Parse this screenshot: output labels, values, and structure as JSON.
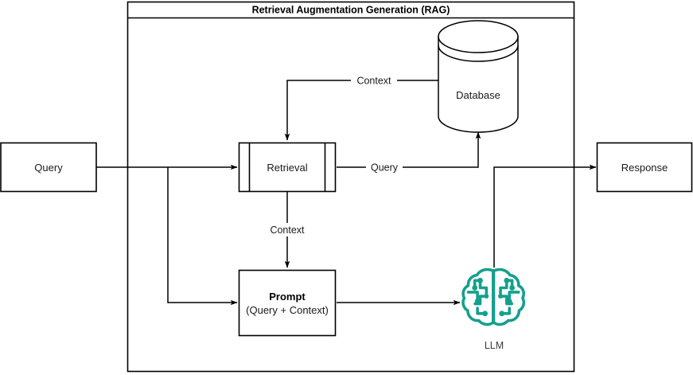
{
  "diagram": {
    "title": "Retrieval Augmentation Generation (RAG)",
    "container_label": "Retrieval Augmentation Generation (RAG)",
    "background_color": "#ffffff",
    "stroke_color": "#000000",
    "accent_color": "#14a08d",
    "nodes": {
      "query": {
        "label": "Query",
        "shape": "rectangle"
      },
      "retrieval": {
        "label": "Retrieval",
        "shape": "process"
      },
      "database": {
        "label": "Database",
        "shape": "cylinder"
      },
      "prompt": {
        "label_primary": "Prompt",
        "label_secondary": "(Query + Context)",
        "shape": "rectangle"
      },
      "llm": {
        "label": "LLM",
        "shape": "brain-circuit-icon",
        "color": "#14a08d"
      },
      "response": {
        "label": "Response",
        "shape": "rectangle"
      }
    },
    "edges": {
      "db_to_retrieval": {
        "label": "Context"
      },
      "retrieval_to_database": {
        "label": "Query"
      },
      "retrieval_to_prompt": {
        "label": "Context"
      },
      "query_to_retrieval": {
        "label": ""
      },
      "query_to_prompt": {
        "label": ""
      },
      "prompt_to_llm": {
        "label": ""
      },
      "llm_to_response": {
        "label": ""
      }
    }
  }
}
